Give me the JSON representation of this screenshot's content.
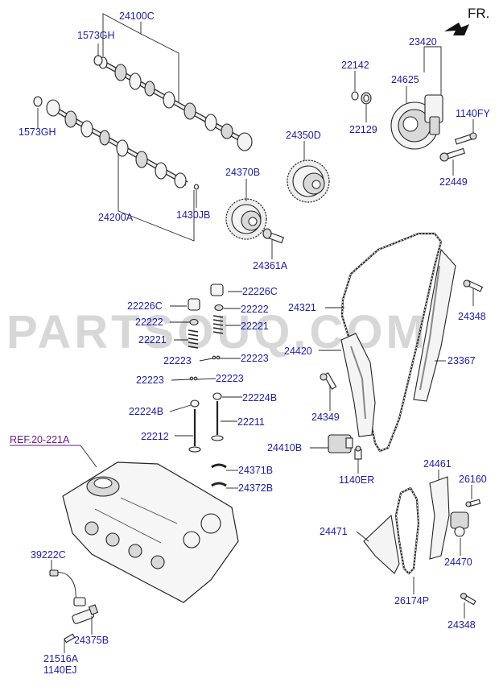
{
  "diagram": {
    "direction_label": "FR.",
    "watermark": "PARTSOUQ.COM",
    "reference_label": "REF.20-221A",
    "parts": {
      "p24100C": "24100C",
      "p1573GH_a": "1573GH",
      "p1573GH_b": "1573GH",
      "p24200A": "24200A",
      "p1430JB": "1430JB",
      "p24370B": "24370B",
      "p24361A": "24361A",
      "p24350D": "24350D",
      "p22142": "22142",
      "p22129": "22129",
      "p23420": "23420",
      "p24625": "24625",
      "p1140FY": "1140FY",
      "p22449": "22449",
      "p22226C_a": "22226C",
      "p22226C_b": "22226C",
      "p22222_a": "22222",
      "p22222_b": "22222",
      "p22221_a": "22221",
      "p22221_b": "22221",
      "p22223_a": "22223",
      "p22223_b": "22223",
      "p22223_c": "22223",
      "p22223_d": "22223",
      "p22224B_a": "22224B",
      "p22224B_b": "22224B",
      "p22211": "22211",
      "p22212": "22212",
      "p24321": "24321",
      "p24348_a": "24348",
      "p24420": "24420",
      "p23367": "23367",
      "p24349": "24349",
      "p24410B": "24410B",
      "p1140ER": "1140ER",
      "p24371B": "24371B",
      "p24372B": "24372B",
      "p24461": "24461",
      "p26160": "26160",
      "p24471": "24471",
      "p24470": "24470",
      "p26174P": "26174P",
      "p24348_b": "24348",
      "p39222C": "39222C",
      "p24375B": "24375B",
      "p21516A": "21516A",
      "p1140EJ": "1140EJ"
    }
  }
}
